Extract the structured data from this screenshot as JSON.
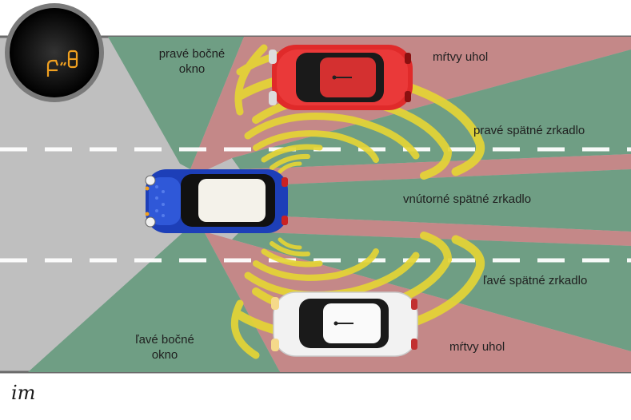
{
  "labels": {
    "right_side_window": [
      "pravé bočné",
      "okno"
    ],
    "blind_spot_top": "mŕtvy uhol",
    "right_mirror": "pravé spätné zrkadlo",
    "interior_mirror": "vnútorné spätné zrkadlo",
    "left_mirror": "ľavé spätné zrkadlo",
    "left_side_window": [
      "ľavé bočné",
      "okno"
    ],
    "blind_spot_bottom": "mŕtvy uhol"
  },
  "logo": "im",
  "colors": {
    "road": "#bfbfbf",
    "view_zone": "#6f9e84",
    "blind_zone": "#c48888",
    "wave": "#e5d535",
    "ego_car": "#1d3fb8",
    "red_car": "#e02a2a",
    "white_car": "#f2f2f2",
    "indicator": "#f0a020"
  }
}
